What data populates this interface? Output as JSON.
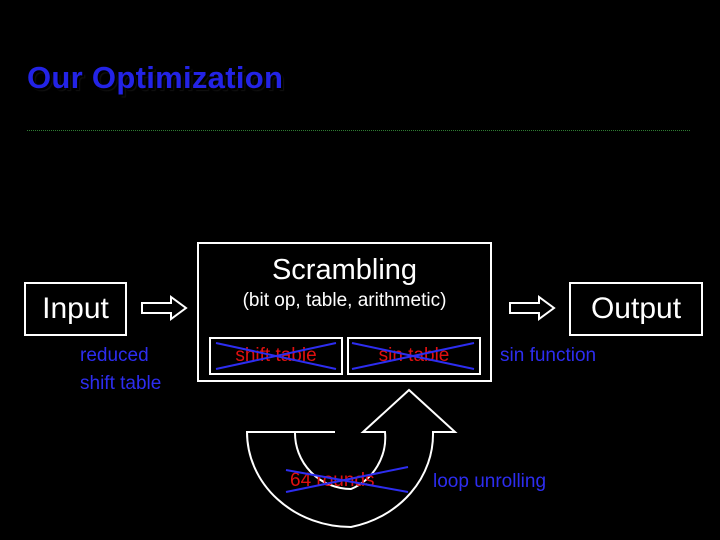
{
  "slide": {
    "title": "Our Optimization"
  },
  "diagram": {
    "input_label": "Input",
    "output_label": "Output",
    "scrambling_title": "Scrambling",
    "scrambling_subtitle": "(bit op, table, arithmetic)",
    "shift_table_label": "shift table",
    "sin_table_label": "sin table",
    "rounds_label": "64 rounds",
    "note_reduced_line1": "reduced",
    "note_reduced_line2": "shift table",
    "note_sin_function": "sin function",
    "note_loop_unrolling": "loop unrolling"
  },
  "colors": {
    "background": "#000000",
    "title": "#2323e6",
    "note_text": "#2d2df0",
    "struck_text": "#e01010",
    "strike_lines": "#2d2df0",
    "box_border": "#ffffff"
  },
  "icons": {
    "input_arrow": "right-arrow-icon",
    "output_arrow": "right-arrow-icon",
    "loop_arrow": "u-turn-arrow-icon"
  }
}
